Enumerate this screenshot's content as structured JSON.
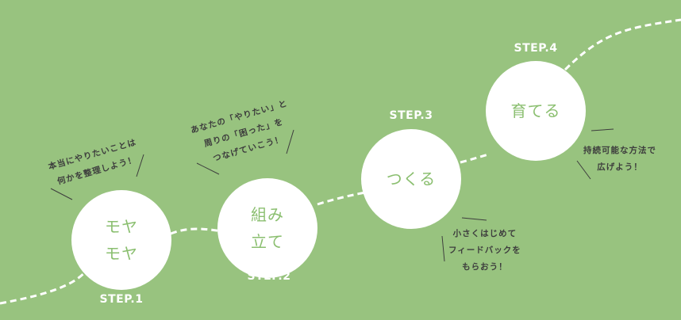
{
  "colors": {
    "background": "#98c37f",
    "circle": "#ffffff",
    "circle_text": "#8bbf70",
    "note_text": "#3d3d3d"
  },
  "steps": [
    {
      "label": "STEP.1",
      "title_lines": [
        "モヤ",
        "モヤ"
      ],
      "note_lines": [
        "本当にやりたいことは",
        "何かを整理しよう！"
      ]
    },
    {
      "label": "STEP.2",
      "title_lines": [
        "組み",
        "立て"
      ],
      "note_lines": [
        "あなたの「やりたい」と",
        "周りの「困った」を",
        "つなげていこう！"
      ]
    },
    {
      "label": "STEP.3",
      "title_lines": [
        "つくる"
      ],
      "note_lines": [
        "小さくはじめて",
        "フィードバックを",
        "もらおう！"
      ]
    },
    {
      "label": "STEP.4",
      "title_lines": [
        "育てる"
      ],
      "note_lines": [
        "持続可能な方法で",
        "広げよう！"
      ]
    }
  ]
}
